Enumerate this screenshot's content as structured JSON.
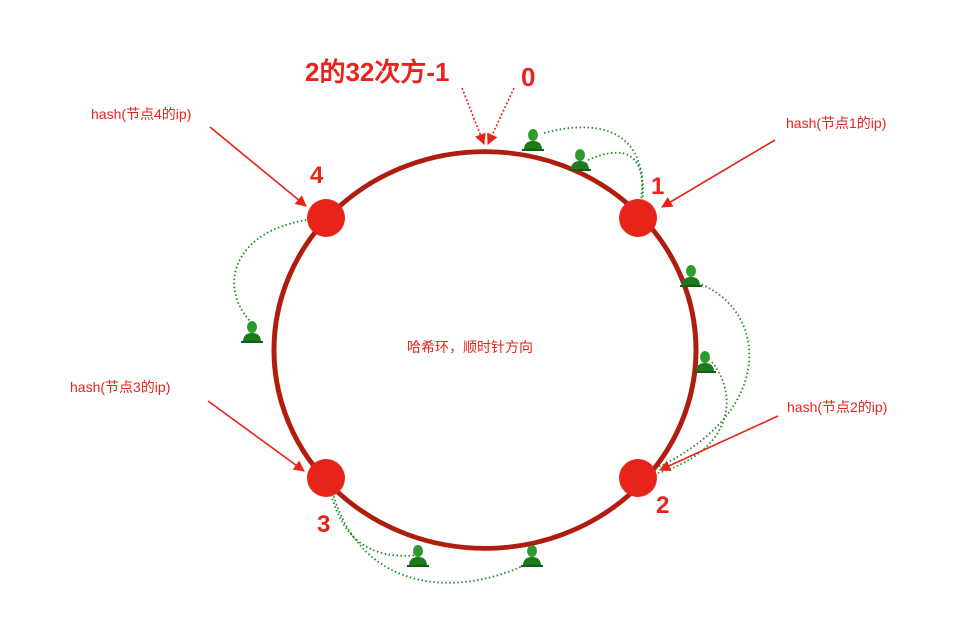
{
  "labels": {
    "max_value": "2的32次方-1",
    "zero": "0",
    "center": "哈希环，顺时针方向"
  },
  "nodes": [
    {
      "id": "1",
      "number": "1",
      "hash_label": "hash(节点1的ip)"
    },
    {
      "id": "2",
      "number": "2",
      "hash_label": "hash(节点2的ip)"
    },
    {
      "id": "3",
      "number": "3",
      "hash_label": "hash(节点3的ip)"
    },
    {
      "id": "4",
      "number": "4",
      "hash_label": "hash(节点4的ip)"
    }
  ],
  "colors": {
    "ring": "#b01c0e",
    "node": "#e8231a",
    "label": "#e8231a",
    "user": "#1f8a1f",
    "mapping_line": "#1f8a1f"
  },
  "icons": {
    "user": "user-icon"
  }
}
